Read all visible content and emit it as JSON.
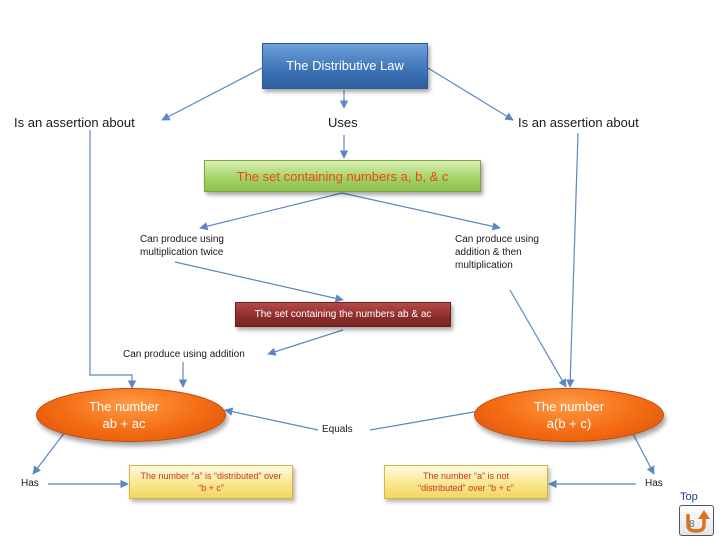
{
  "nodes": {
    "law": "The Distributive Law",
    "set_abc": "The set containing numbers a, b, & c",
    "set_ab_ac": "The set containing the numbers ab & ac",
    "number_ab_ac": "The number ab + ac",
    "number_a_b_c": "The number a(b + c)",
    "distributed": "The number “a” is “distributed” over “b + c”",
    "not_distributed": "The number “a” is not “distributed” over “b + c”"
  },
  "edge_labels": {
    "assertion_left": "Is an assertion about",
    "assertion_right": "Is an assertion about",
    "uses": "Uses",
    "mult_twice": "Can produce using multiplication twice",
    "add_then_mult": "Can produce using addition & then multiplication",
    "using_addition": "Can produce using addition",
    "equals": "Equals",
    "has_left": "Has",
    "has_right": "Has"
  },
  "nav": {
    "top_label": "Top"
  },
  "page_number": "8",
  "colors": {
    "blue": "#3c73b8",
    "green": "#a6d36a",
    "green_text": "#e84c10",
    "dark_red": "#8e2d2a",
    "orange": "#f36b12",
    "yellow": "#f9e58a",
    "yellow_text": "#c0392b",
    "arrow": "#5b87c5"
  }
}
